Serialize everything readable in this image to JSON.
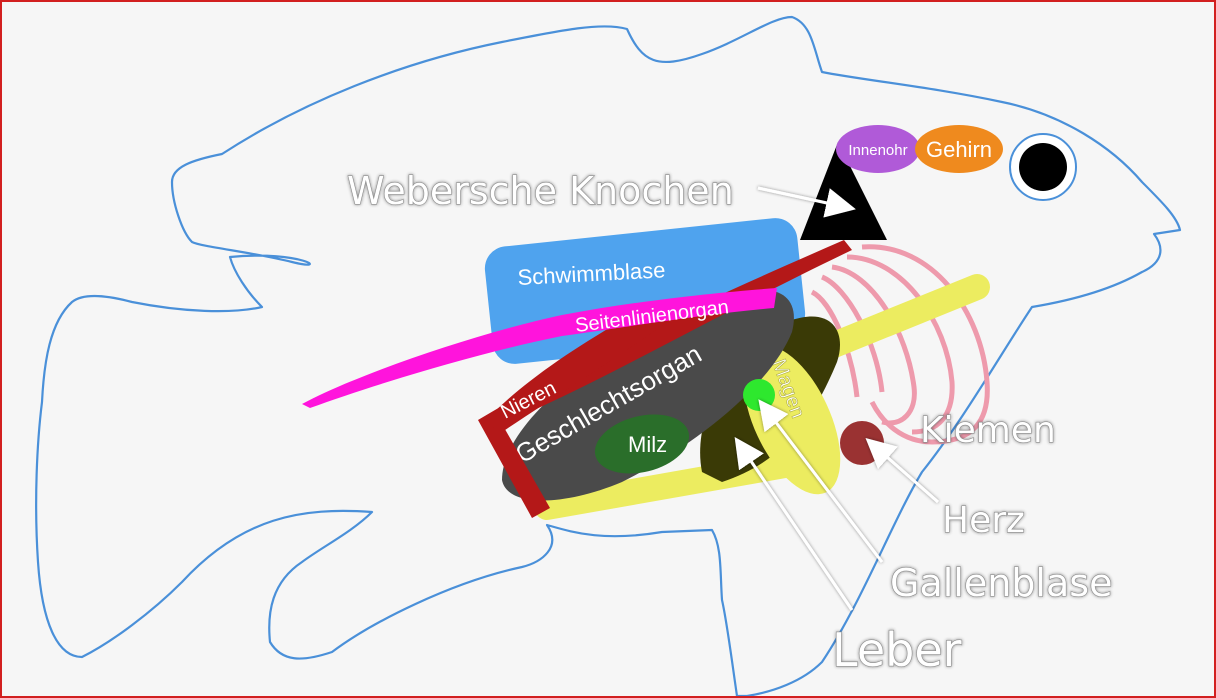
{
  "colors": {
    "outline": "#4a90d9",
    "schwimmblase": "#4fa3ee",
    "seitenlinienorgan": "#ff14dc",
    "nieren": "#b41818",
    "geschlechtsorgan": "#4a4a4a",
    "milz": "#2a6e2a",
    "leber": "#3a3a06",
    "magen": "#ecec60",
    "gallenblase": "#2ee82e",
    "herz": "#9a3232",
    "kiemen": "#ee9aac",
    "innenohr": "#b05ad8",
    "gehirn": "#ef8a1e",
    "webersche_knochen": "#000000"
  },
  "labels": {
    "schwimmblase": "Schwimmblase",
    "seitenlinienorgan": "Seitenlinienorgan",
    "nieren": "Nieren",
    "geschlechtsorgan": "Geschlechtsorgan",
    "milz": "Milz",
    "magen": "Magen",
    "innenohr": "Innenohr",
    "gehirn": "Gehirn",
    "webersche_knochen": "Webersche Knochen",
    "kiemen": "Kiemen",
    "herz": "Herz",
    "gallenblase": "Gallenblase",
    "leber": "Leber"
  }
}
